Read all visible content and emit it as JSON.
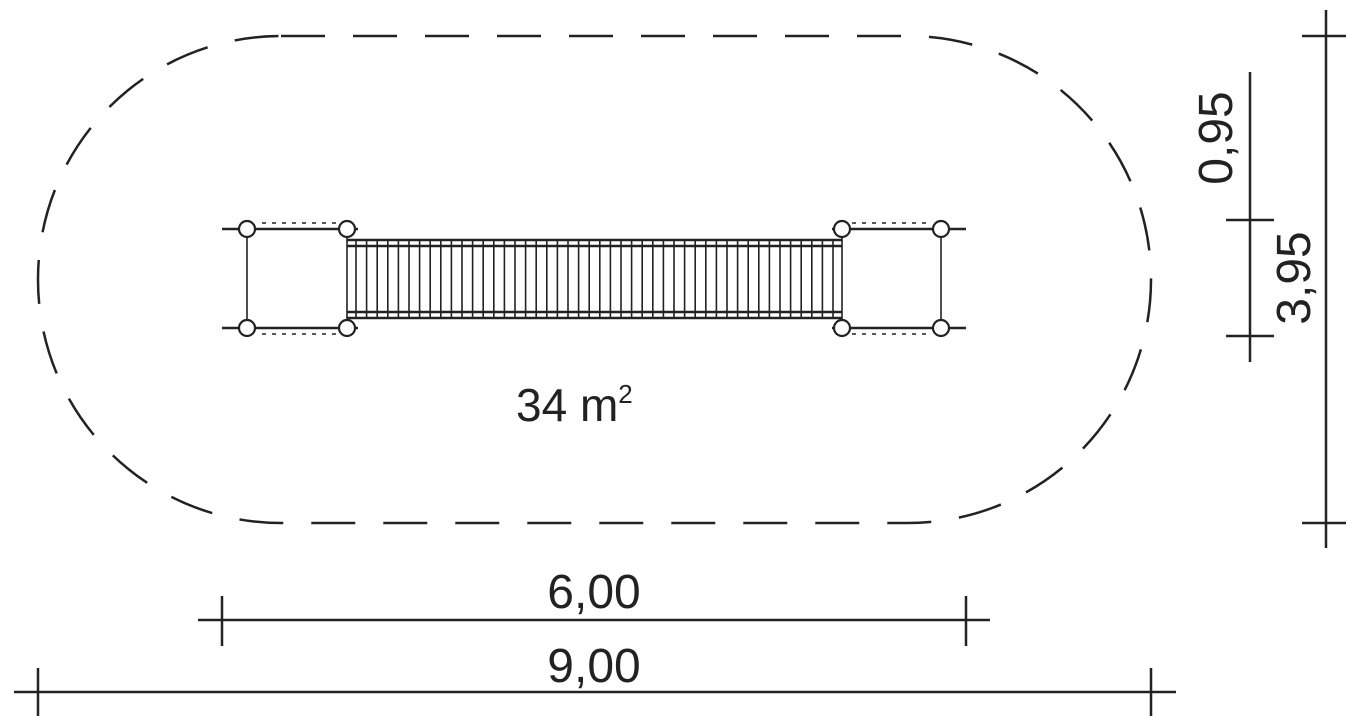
{
  "area": {
    "value": "34 m",
    "superscript": "2"
  },
  "dimensions": {
    "inner_width": "6,00",
    "outer_width": "9,00",
    "offset_height": "0,95",
    "inner_height": "3,95"
  },
  "colors": {
    "ink": "#222222",
    "background": "#ffffff"
  }
}
